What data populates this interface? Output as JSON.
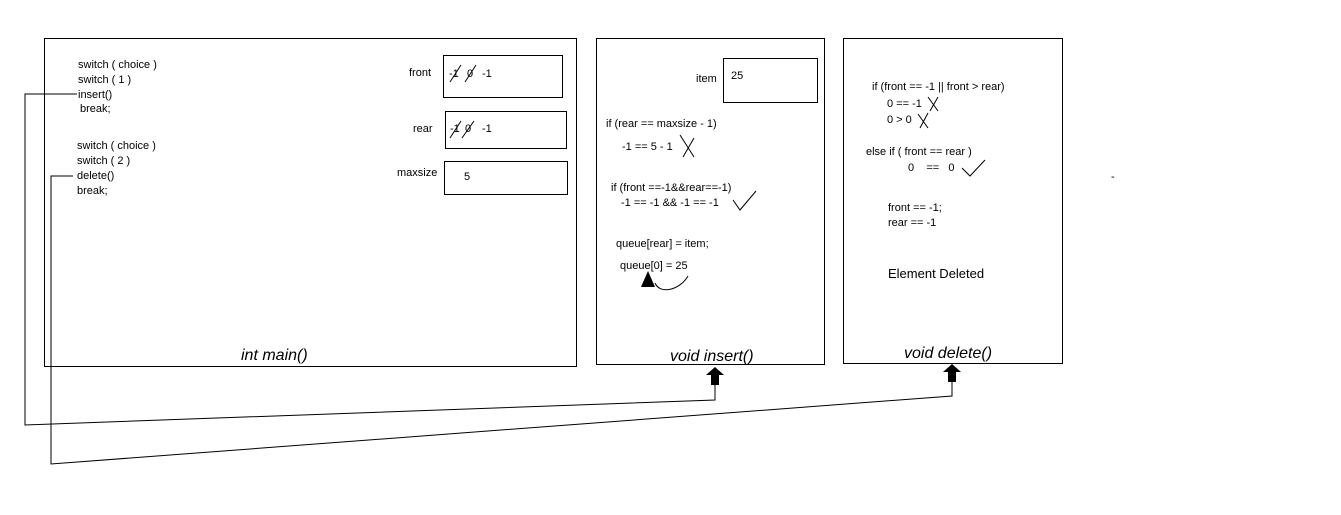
{
  "main_panel": {
    "caption": "int main()",
    "code_block_1": [
      "switch ( choice )",
      "switch ( 1 )",
      "insert()",
      "break;"
    ],
    "code_block_2": [
      "switch ( choice )",
      "switch ( 2 )",
      "delete()",
      "break;"
    ],
    "variables": {
      "front": {
        "label": "front",
        "struck": [
          "-1",
          "0"
        ],
        "value": "-1"
      },
      "rear": {
        "label": "rear",
        "struck": [
          "-1",
          "0"
        ],
        "value": "-1"
      },
      "maxsize": {
        "label": "maxsize",
        "value": "5"
      }
    }
  },
  "insert_panel": {
    "caption": "void insert()",
    "item_label": "item",
    "item_value": "25",
    "check_1": [
      "if (rear == maxsize - 1)",
      "-1 == 5 - 1"
    ],
    "check_2": [
      "if (front ==-1&&rear==-1)",
      "-1 == -1 && -1  == -1"
    ],
    "assign": [
      "queue[rear] = item;",
      "queue[0] = 25"
    ]
  },
  "delete_panel": {
    "caption": "void delete()",
    "check_1": [
      "if (front == -1 || front > rear)",
      "0 == -1",
      "0 > 0"
    ],
    "check_2": [
      "else if ( front == rear )",
      "0    ==   0"
    ],
    "reset": [
      "front == -1;",
      "rear == -1"
    ],
    "message": "Element Deleted"
  },
  "stray_mark": "-"
}
